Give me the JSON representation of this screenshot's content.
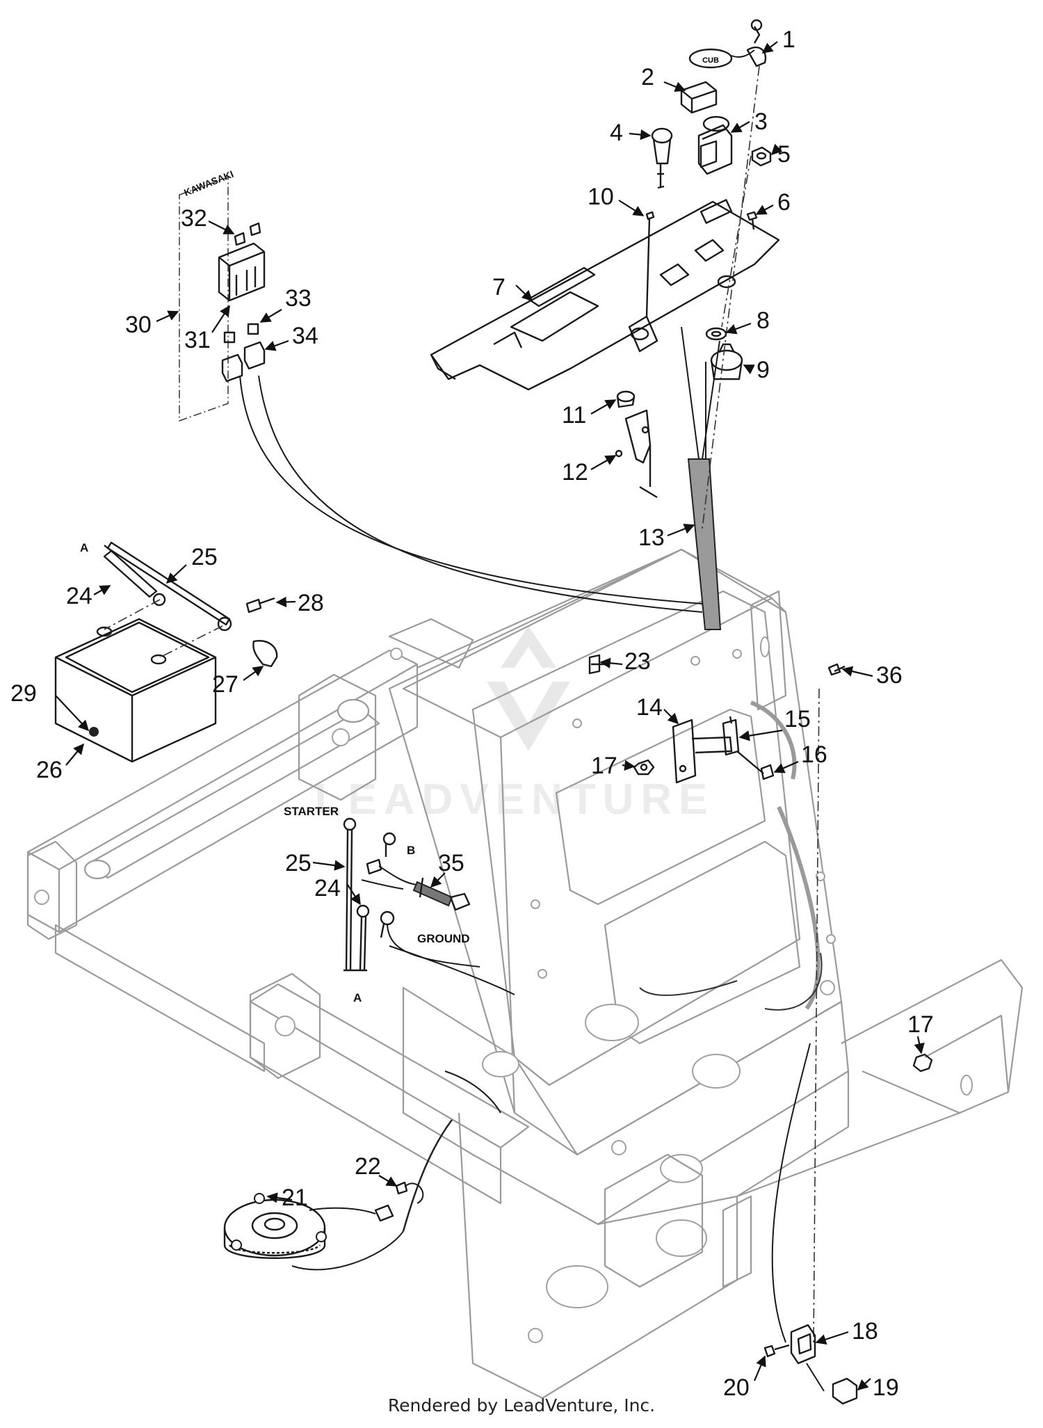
{
  "diagram": {
    "callouts": [
      {
        "id": "1",
        "text": "1"
      },
      {
        "id": "2",
        "text": "2"
      },
      {
        "id": "3",
        "text": "3"
      },
      {
        "id": "4",
        "text": "4"
      },
      {
        "id": "5",
        "text": "5"
      },
      {
        "id": "6",
        "text": "6"
      },
      {
        "id": "7",
        "text": "7"
      },
      {
        "id": "8",
        "text": "8"
      },
      {
        "id": "9",
        "text": "9"
      },
      {
        "id": "10",
        "text": "10"
      },
      {
        "id": "11",
        "text": "11"
      },
      {
        "id": "12",
        "text": "12"
      },
      {
        "id": "13",
        "text": "13"
      },
      {
        "id": "14",
        "text": "14"
      },
      {
        "id": "15",
        "text": "15"
      },
      {
        "id": "16",
        "text": "16"
      },
      {
        "id": "17a",
        "text": "17"
      },
      {
        "id": "17b",
        "text": "17"
      },
      {
        "id": "18",
        "text": "18"
      },
      {
        "id": "19",
        "text": "19"
      },
      {
        "id": "20",
        "text": "20"
      },
      {
        "id": "21",
        "text": "21"
      },
      {
        "id": "22",
        "text": "22"
      },
      {
        "id": "23",
        "text": "23"
      },
      {
        "id": "24a",
        "text": "24"
      },
      {
        "id": "24b",
        "text": "24"
      },
      {
        "id": "25a",
        "text": "25"
      },
      {
        "id": "25b",
        "text": "25"
      },
      {
        "id": "26",
        "text": "26"
      },
      {
        "id": "27",
        "text": "27"
      },
      {
        "id": "28",
        "text": "28"
      },
      {
        "id": "29",
        "text": "29"
      },
      {
        "id": "30",
        "text": "30"
      },
      {
        "id": "31",
        "text": "31"
      },
      {
        "id": "32",
        "text": "32"
      },
      {
        "id": "33",
        "text": "33"
      },
      {
        "id": "34",
        "text": "34"
      },
      {
        "id": "35",
        "text": "35"
      },
      {
        "id": "36",
        "text": "36"
      }
    ],
    "labels": {
      "kawasaki": "KAWASAKI",
      "starter": "STARTER",
      "ground": "GROUND",
      "terminal_b": "B",
      "connector_a_top": "A",
      "connector_a_bottom": "A"
    },
    "watermark": "LEADVENTURE",
    "footer": "Rendered by LeadVenture, Inc."
  }
}
